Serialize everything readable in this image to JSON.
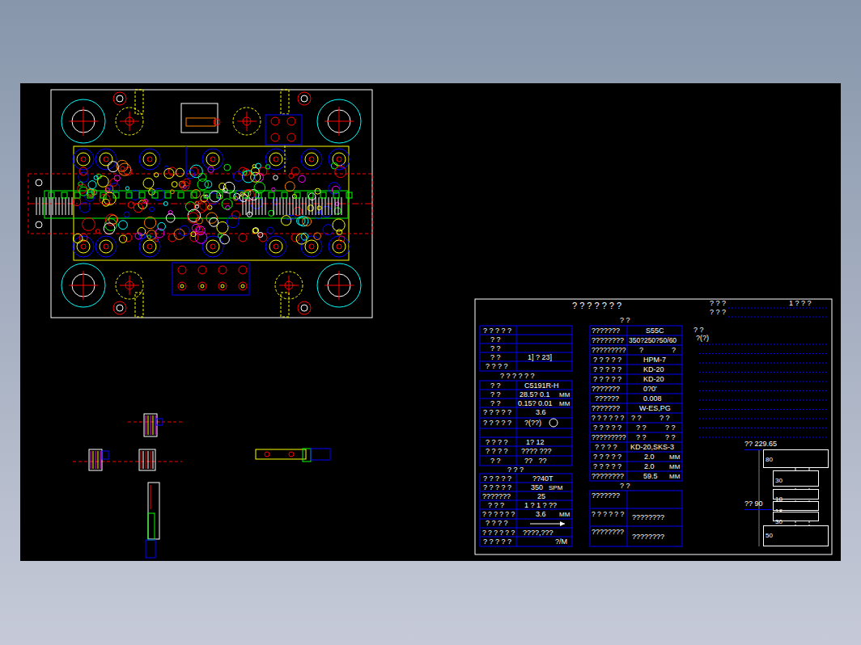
{
  "diagram": {
    "title": "? ? ? ? ? ? ?",
    "nodes": [
      {
        "text": [
          "80"
        ]
      },
      {
        "text": [
          "30"
        ]
      },
      {
        "text": [
          "18"
        ]
      },
      {
        "text": [
          "18"
        ]
      },
      {
        "text": [
          "30"
        ]
      },
      {
        "text": [
          "50"
        ]
      }
    ],
    "labels": [
      "? ? ?",
      "1 ? ? ?",
      "? ? ?",
      "? ?",
      "? ? ? ? ?",
      "? ?",
      "? ?",
      "? ?",
      "1] ? 23]",
      "? ? ? ?",
      "? ? ? ? ? ?",
      "? ?",
      "C5191R-H",
      "? ?",
      "28.5? 0.1",
      "MM",
      "? ?",
      "0.15? 0.01",
      "MM",
      "? ? ? ? ?",
      "3.6",
      "? ? ? ? ?",
      "?(??)",
      "? ? ? ?",
      "1? 12",
      "? ? ? ?",
      "???? ???",
      "? ?",
      "??   ??",
      "? ? ?",
      "? ? ? ? ?",
      "??40T",
      "? ? ? ? ?",
      "350",
      "SPM",
      "???????",
      "25",
      "? ? ?",
      "1 ? 1 ? ??",
      "? ? ? ? ? ?",
      "3.6",
      "MM",
      "? ? ? ?",
      "? ? ? ? ? ?",
      "????,???",
      "? ? ? ? ?",
      "?/M",
      "???????",
      "S55C",
      "????????",
      "350?250?50/60",
      "?????????",
      "?",
      "?",
      "? ? ? ? ?",
      "HPM-7",
      "? ? ? ? ?",
      "KD-20",
      "? ? ? ? ?",
      "KD-20",
      "???????",
      "0?0'",
      "??????",
      "0.008",
      "???????",
      "W-ES,PG",
      "? ? ? ? ? ?",
      "? ?",
      "? ?",
      "? ? ? ? ?",
      "? ?",
      "? ?",
      "?????????",
      "? ?",
      "? ?",
      "? ? ? ?",
      "KD-20,SKS-3",
      "? ? ? ? ?",
      "2.0",
      "MM",
      "? ? ? ? ?",
      "2.0",
      "MM",
      "????????",
      "59.5",
      "MM",
      "? ?",
      "???????",
      "? ? ? ? ? ?",
      "????????",
      "????????",
      "????????",
      "? ?",
      "?(?)",
      "?? 229.65",
      "?? 90"
    ]
  }
}
